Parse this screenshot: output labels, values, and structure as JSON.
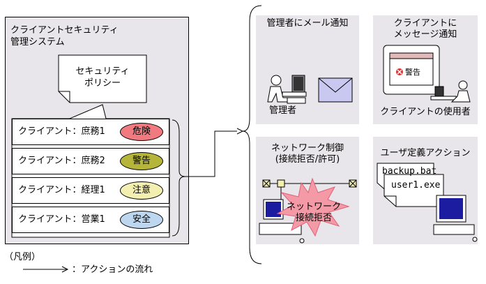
{
  "system": {
    "title_line1": "クライアントセキュリティ",
    "title_line2": "管理システム",
    "policy_line1": "セキュリティ",
    "policy_line2": "ポリシー",
    "clients": [
      {
        "label": "クライアント：庶務1",
        "level": "危険",
        "color": "#f07a80"
      },
      {
        "label": "クライアント：庶務2",
        "level": "警告",
        "color": "#b5b53a"
      },
      {
        "label": "クライアント：経理1",
        "level": "注意",
        "color": "#f3efb0"
      },
      {
        "label": "クライアント：営業1",
        "level": "安全",
        "color": "#bcd7ef"
      }
    ]
  },
  "actions": {
    "mail": {
      "title": "管理者にメール通知",
      "person": "管理者"
    },
    "message": {
      "title_line1": "クライアントに",
      "title_line2": "メッセージ通知",
      "dialog": "警告",
      "person": "クライアントの使用者"
    },
    "network": {
      "title_line1": "ネットワーク制御",
      "title_line2": "(接続拒否/許可)",
      "burst_line1": "ネットワーク",
      "burst_line2": "接続拒否"
    },
    "user_action": {
      "title": "ユーザ定義アクション",
      "file1": "backup.bat",
      "file2": "user1.exe"
    }
  },
  "legend": {
    "heading": "（凡例）",
    "arrow_label": "：アクションの流れ"
  },
  "colors": {
    "panel": "#e8e6ea",
    "screen": "#1c1ca0",
    "envelope": "#c8c8f0",
    "burst": "#f49aa6",
    "alert": "#e03030"
  }
}
